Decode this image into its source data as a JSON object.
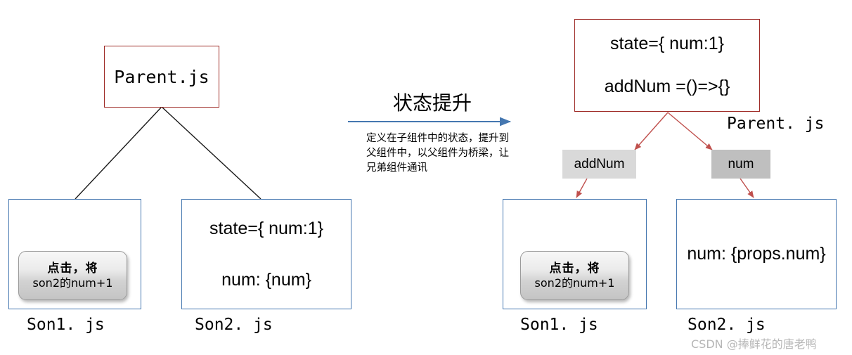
{
  "diagram": {
    "title_middle": "状态提升",
    "description_middle": "定义在子组件中的状态，提升到父组件中，以父组件为桥梁，让兄弟组件通讯",
    "watermark": "CSDN @捧鲜花的唐老鸭",
    "colors": {
      "parent_border": "#9e2a26",
      "son_border": "#4577b0",
      "tree_line": "#1a1a1a",
      "flow_arrow": "#4577b0",
      "props_arrow": "#c0504d",
      "tag_light": "#d9d9d9",
      "tag_dark": "#bfbfbf",
      "watermark": "#b6b6b6"
    },
    "left": {
      "parent": {
        "label": "Parent.js"
      },
      "son1": {
        "caption": "Son1. js",
        "button": {
          "line1": "点击，将",
          "line2": "son2的num+1"
        }
      },
      "son2": {
        "caption": "Son2. js",
        "line1": "state={ num:1}",
        "line2": "num: {num}"
      }
    },
    "right": {
      "parent": {
        "caption": "Parent. js",
        "line1": "state={ num:1}",
        "line2": "addNum =()=>{}"
      },
      "tags": {
        "add_num": "addNum",
        "num": "num"
      },
      "son1": {
        "caption": "Son1. js",
        "button": {
          "line1": "点击，将",
          "line2": "son2的num+1"
        }
      },
      "son2": {
        "caption": "Son2. js",
        "line1": "num: {props.num}"
      }
    }
  }
}
